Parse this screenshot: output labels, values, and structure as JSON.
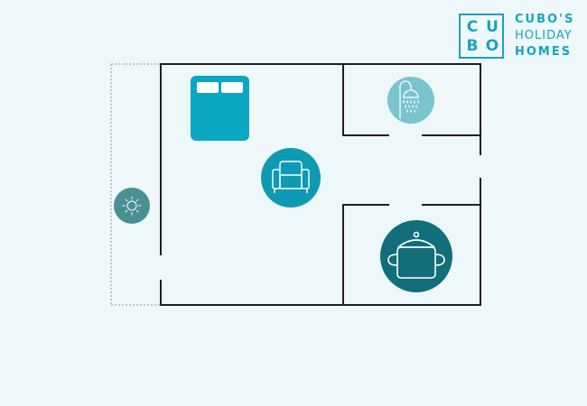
{
  "logo": {
    "letters": [
      "C",
      "U",
      "B",
      "O"
    ],
    "brand_line_1": "CUBO'S",
    "brand_line_2": "HOLIDAY",
    "brand_line_3": "HOMES"
  },
  "colors": {
    "background": "#eef8fa",
    "wall": "#1f1f1f",
    "terrace_dots": "#a8a8a8",
    "bed": "#0aa6c2",
    "living": "#0f9ab4",
    "bathroom": "#7ac4ce",
    "kitchen": "#116e7a",
    "terrace": "#4a8f93",
    "brand": "#1aa3bd"
  },
  "floorplan": {
    "rooms": [
      {
        "name": "bedroom",
        "icon": "bed-icon"
      },
      {
        "name": "living-room",
        "icon": "armchair-icon"
      },
      {
        "name": "bathroom",
        "icon": "shower-icon"
      },
      {
        "name": "kitchen",
        "icon": "cooking-pot-icon"
      },
      {
        "name": "terrace",
        "icon": "sun-icon"
      }
    ]
  }
}
